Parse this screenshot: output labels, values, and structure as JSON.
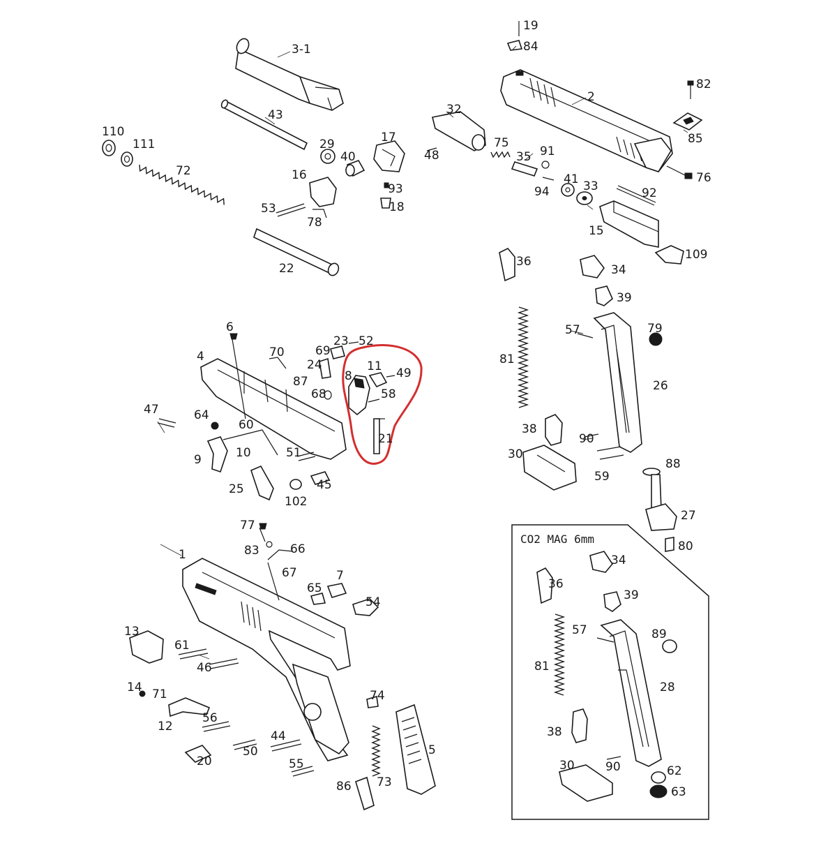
{
  "inset_title": "CO2 MAG 6mm",
  "highlight_color": "#d32f2f",
  "labels": [
    "3-1",
    "43",
    "72",
    "110",
    "111",
    "29",
    "40",
    "17",
    "16",
    "93",
    "53",
    "78",
    "18",
    "22",
    "19",
    "84",
    "82",
    "2",
    "85",
    "76",
    "32",
    "75",
    "48",
    "35",
    "91",
    "41",
    "94",
    "33",
    "92",
    "15",
    "109",
    "6",
    "70",
    "23",
    "52",
    "69",
    "24",
    "87",
    "11",
    "8",
    "49",
    "58",
    "68",
    "4",
    "47",
    "64",
    "60",
    "51",
    "21",
    "9",
    "10",
    "25",
    "102",
    "45",
    "36",
    "34",
    "39",
    "81",
    "57",
    "79",
    "26",
    "38",
    "30",
    "90",
    "59",
    "88",
    "27",
    "80",
    "1",
    "77",
    "83",
    "66",
    "67",
    "65",
    "7",
    "54",
    "13",
    "61",
    "46",
    "14",
    "71",
    "12",
    "56",
    "50",
    "44",
    "55",
    "20",
    "74",
    "73",
    "86",
    "5",
    "36",
    "34",
    "39",
    "57",
    "81",
    "89",
    "28",
    "38",
    "30",
    "90",
    "62",
    "63"
  ]
}
